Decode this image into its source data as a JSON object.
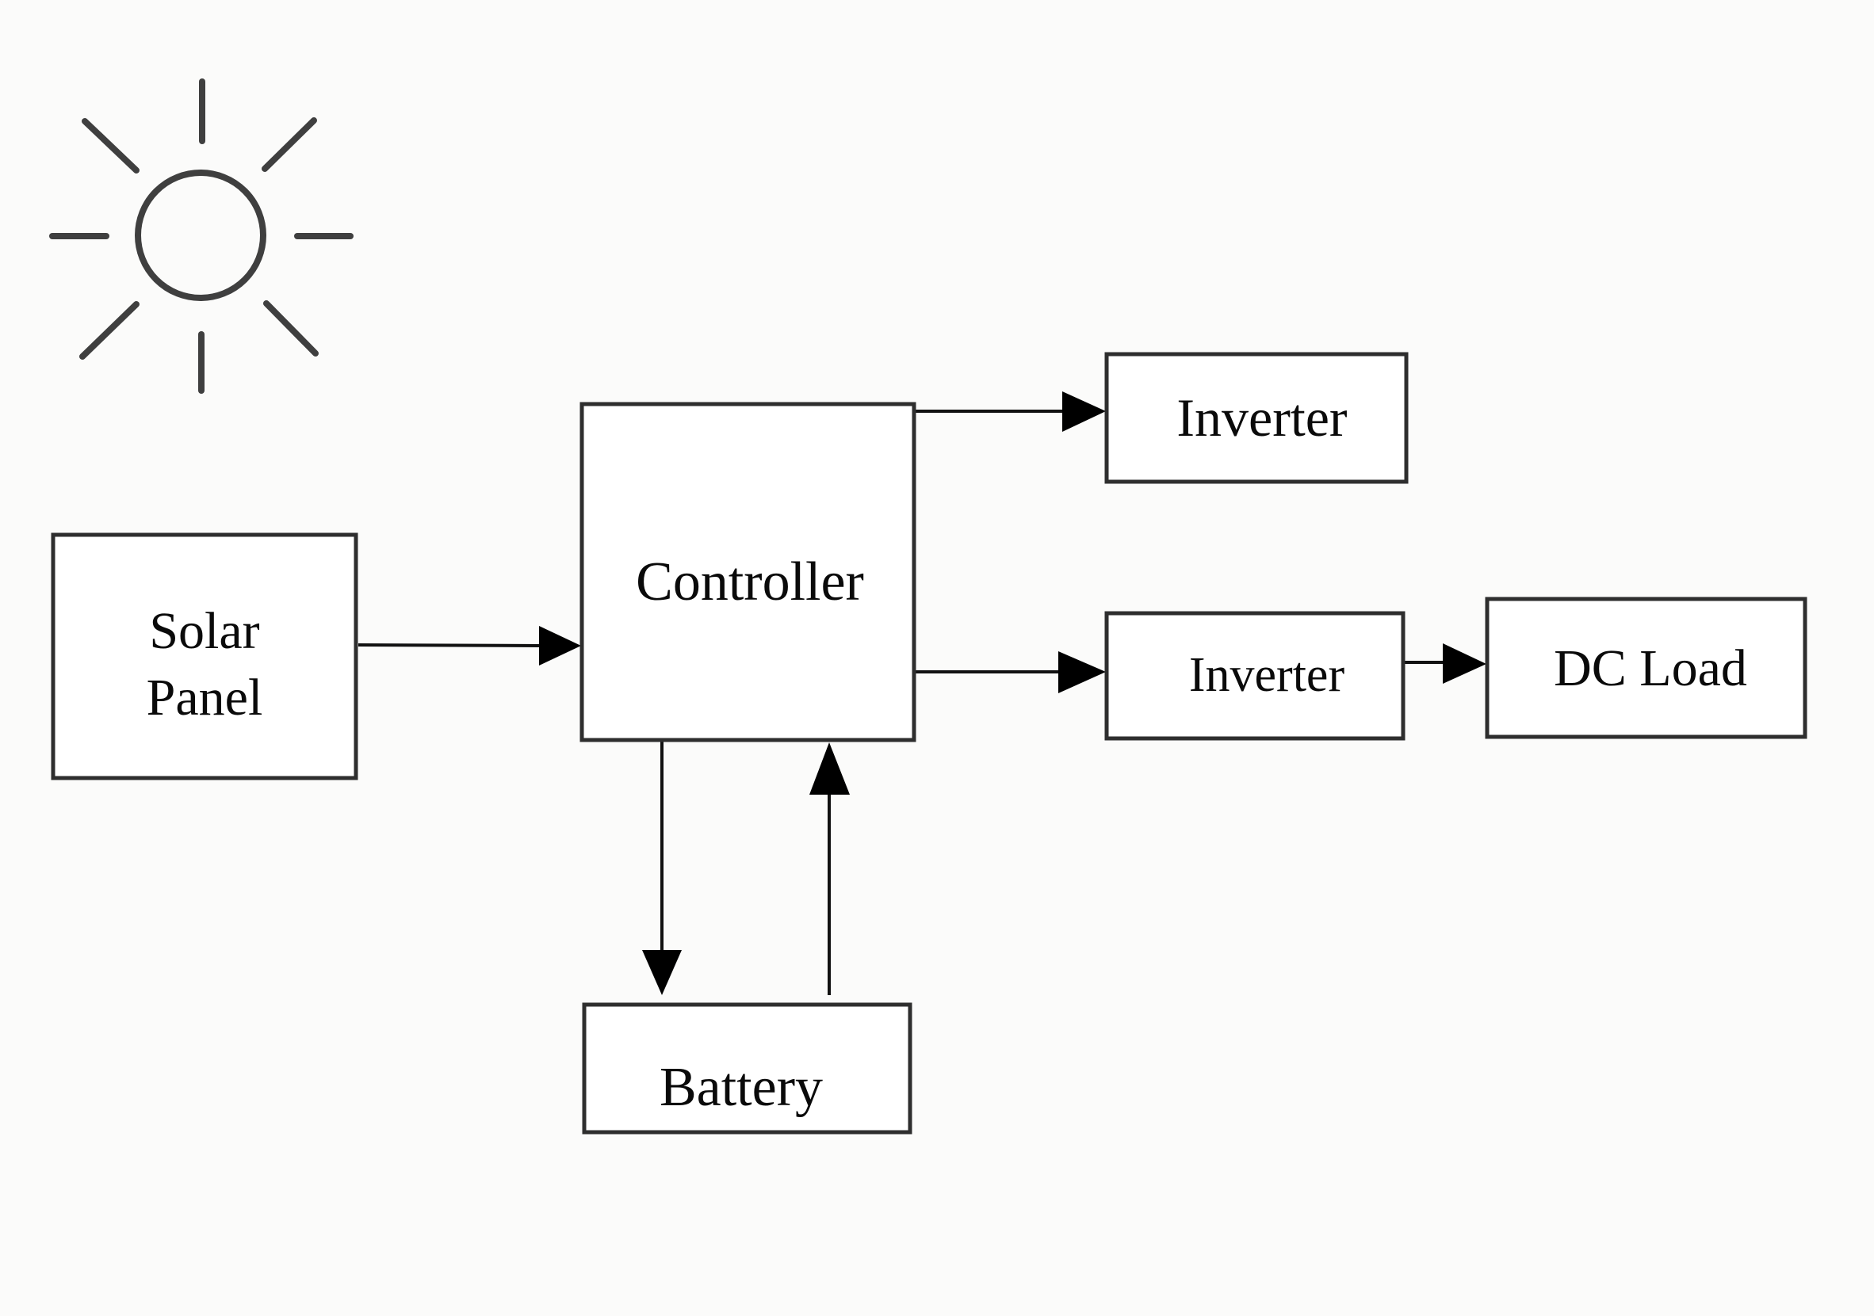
{
  "diagram": {
    "type": "block-diagram",
    "subject": "Solar power system",
    "icons": [
      {
        "name": "sun-icon",
        "description": "sun with eight rays"
      }
    ],
    "nodes": [
      {
        "id": "solar_panel",
        "label_lines": [
          "Solar",
          "Panel"
        ]
      },
      {
        "id": "controller",
        "label_lines": [
          "Controller"
        ]
      },
      {
        "id": "inverter_top",
        "label_lines": [
          "Inverter"
        ]
      },
      {
        "id": "inverter_bottom",
        "label_lines": [
          "Inverter"
        ]
      },
      {
        "id": "dc_load",
        "label_lines": [
          "DC Load"
        ]
      },
      {
        "id": "battery",
        "label_lines": [
          "Battery"
        ]
      }
    ],
    "edges": [
      {
        "from": "solar_panel",
        "to": "controller"
      },
      {
        "from": "controller",
        "to": "inverter_top"
      },
      {
        "from": "controller",
        "to": "inverter_bottom"
      },
      {
        "from": "inverter_bottom",
        "to": "dc_load"
      },
      {
        "from": "controller",
        "to": "battery"
      },
      {
        "from": "battery",
        "to": "controller"
      }
    ]
  }
}
